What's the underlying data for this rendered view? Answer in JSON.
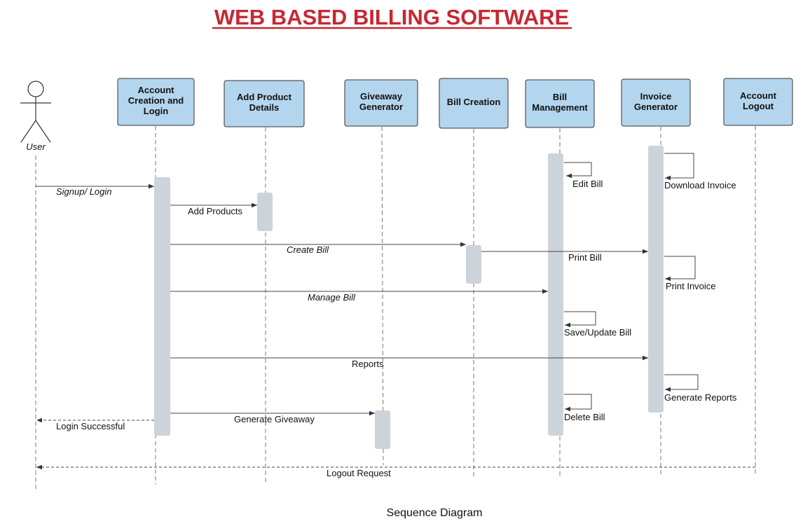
{
  "title": "WEB BASED BILLING SOFTWARE",
  "caption": "Sequence Diagram",
  "actor": {
    "label": "User"
  },
  "participants": [
    {
      "id": "account",
      "lines": [
        "Account",
        "Creation and",
        "Login"
      ]
    },
    {
      "id": "product",
      "lines": [
        "Add Product",
        "Details"
      ]
    },
    {
      "id": "giveaway",
      "lines": [
        "Giveaway",
        "Generator"
      ]
    },
    {
      "id": "billcreation",
      "lines": [
        "Bill Creation"
      ]
    },
    {
      "id": "billmgmt",
      "lines": [
        "Bill",
        "Management"
      ]
    },
    {
      "id": "invoice",
      "lines": [
        "Invoice",
        "Generator"
      ]
    },
    {
      "id": "logout",
      "lines": [
        "Account",
        "Logout"
      ]
    }
  ],
  "messages": {
    "signup": "Signup/ Login",
    "add_products": "Add Products",
    "create_bill": "Create Bill",
    "print_bill": "Print Bill",
    "manage_bill": "Manage Bill",
    "reports": "Reports",
    "generate_giveaway": "Generate Giveaway",
    "login_successful": "Login Successful",
    "logout_request": "Logout Request",
    "edit_bill": "Edit Bill",
    "save_update_bill": "Save/Update Bill",
    "delete_bill": "Delete Bill",
    "download_invoice": "Download Invoice",
    "print_invoice": "Print Invoice",
    "generate_reports": "Generate Reports"
  }
}
